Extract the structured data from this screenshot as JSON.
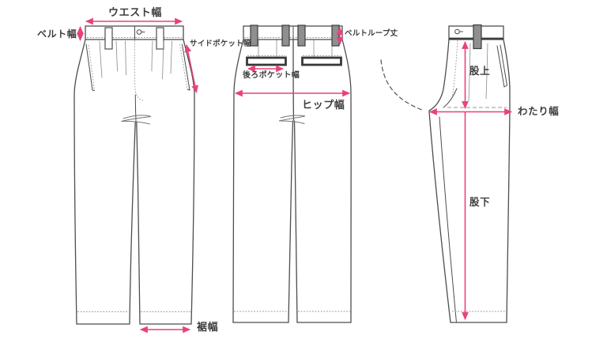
{
  "colors": {
    "accent": "#e8417f",
    "line_art": "#4d4d4d",
    "text": "#3d3d3d"
  },
  "labels": {
    "waist_width": "ウエスト幅",
    "belt_width": "ベルト幅",
    "side_pocket_width": "サイドポケット幅",
    "hem_width": "裾幅",
    "belt_loop_length": "ベルトループ丈",
    "back_pocket_width": "後ろポケット幅",
    "hip_width": "ヒップ幅",
    "rise": "股上",
    "thigh_width": "わたり幅",
    "inseam": "股下"
  }
}
